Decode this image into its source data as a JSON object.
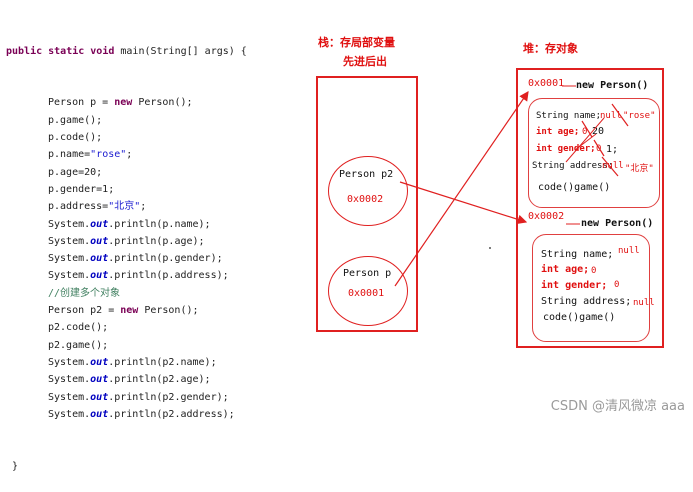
{
  "code": {
    "signature": {
      "kw": "public static void",
      "rest": " main(String[] args) {"
    },
    "lines": [
      {
        "text": "Person p = ",
        "kw": "new",
        "rest": " Person();"
      },
      {
        "text": "p.game();"
      },
      {
        "text": "p.code();"
      },
      {
        "text": "p.name=",
        "str": "\"rose\"",
        "rest": ";"
      },
      {
        "text": "p.age=20;"
      },
      {
        "text": "p.gender=1;"
      },
      {
        "text": "p.address=",
        "str": "\"北京\"",
        "rest": ";"
      },
      {
        "text": "System.",
        "out": "out",
        "rest": ".println(p.name);"
      },
      {
        "text": "System.",
        "out": "out",
        "rest": ".println(p.age);"
      },
      {
        "text": "System.",
        "out": "out",
        "rest": ".println(p.gender);"
      },
      {
        "text": "System.",
        "out": "out",
        "rest": ".println(p.address);"
      },
      {
        "comment": "//创建多个对象"
      },
      {
        "text": "Person p2 = ",
        "kw": "new",
        "rest": " Person();"
      },
      {
        "text": "p2.code();"
      },
      {
        "text": "p2.game();"
      },
      {
        "text": "System.",
        "out": "out",
        "rest": ".println(p2.name);"
      },
      {
        "text": "System.",
        "out": "out",
        "rest": ".println(p2.age);"
      },
      {
        "text": "System.",
        "out": "out",
        "rest": ".println(p2.gender);"
      },
      {
        "text": "System.",
        "out": "out",
        "rest": ".println(p2.address);"
      }
    ],
    "closing": "}"
  },
  "stack": {
    "title_line1": "栈：存局部变量",
    "title_line2": "先进后出",
    "p2": {
      "name": "Person p2",
      "addr": "0x0002"
    },
    "p": {
      "name": "Person p",
      "addr": "0x0001"
    }
  },
  "heap": {
    "title": "堆：存对象",
    "obj1": {
      "addr": "0x0001",
      "header": "new Person()",
      "f_name": "String name;",
      "f_name_old": "null",
      "f_name_new": "\"rose\"",
      "f_age": "int age;",
      "f_age_old": "0",
      "f_age_new": "20",
      "f_gender": "int gender;",
      "f_gender_old": "0",
      "f_gender_new": "1;",
      "f_address": "String address;",
      "f_address_old": "null",
      "f_address_new": "\"北京\"",
      "methods": "code()game()"
    },
    "obj2": {
      "addr": "0x0002",
      "header": "new Person()",
      "f_name": "String name;",
      "f_name_val": "null",
      "f_age": "int age;",
      "f_age_val": "0",
      "f_gender": "int gender;",
      "f_gender_val": "0",
      "f_address": "String address;",
      "f_address_val": "null",
      "methods": "code()game()"
    }
  },
  "watermark": "CSDN @清风微凉 aaa"
}
